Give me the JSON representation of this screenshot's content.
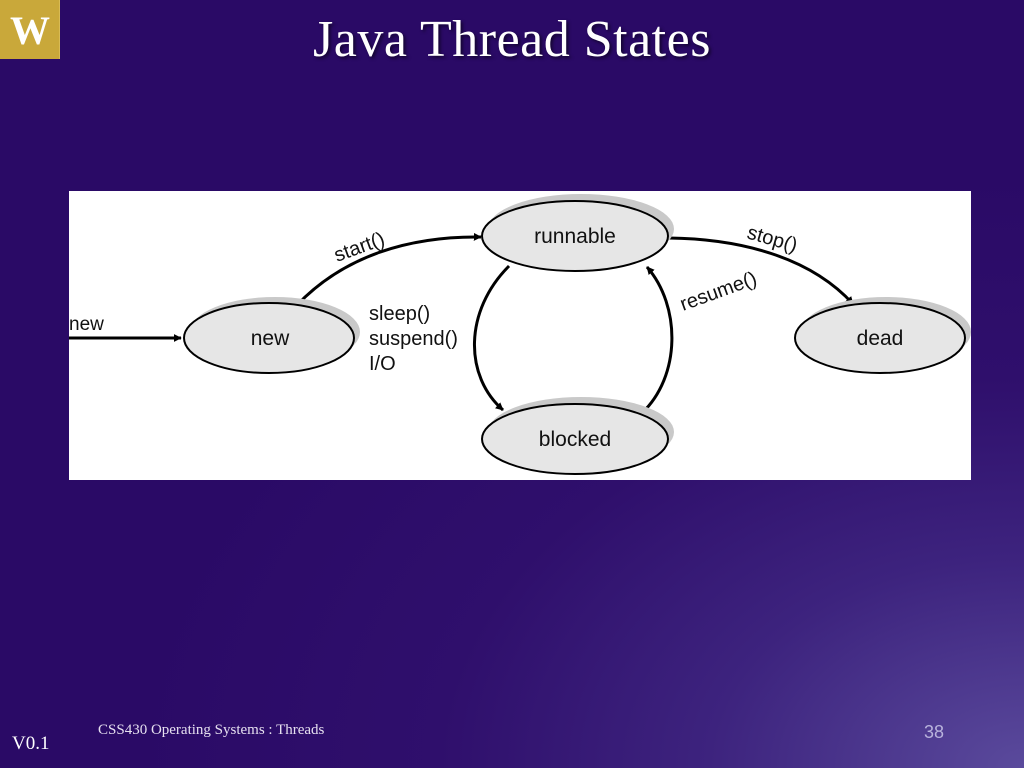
{
  "slide": {
    "title": "Java Thread States",
    "logo_letter": "W",
    "footer": "CSS430 Operating Systems : Threads",
    "version": "V0.1",
    "page_number": "38"
  },
  "diagram": {
    "states": {
      "new": "new",
      "runnable": "runnable",
      "blocked": "blocked",
      "dead": "dead"
    },
    "transitions": {
      "entry": "new",
      "start": "start()",
      "stop": "stop()",
      "resume": "resume()",
      "block_line1": "sleep()",
      "block_line2": "suspend()",
      "block_line3": "I/O"
    }
  },
  "colors": {
    "logo": "#c9a83a",
    "state_fill": "#e6e6e6",
    "background": "#2f0f6c"
  }
}
